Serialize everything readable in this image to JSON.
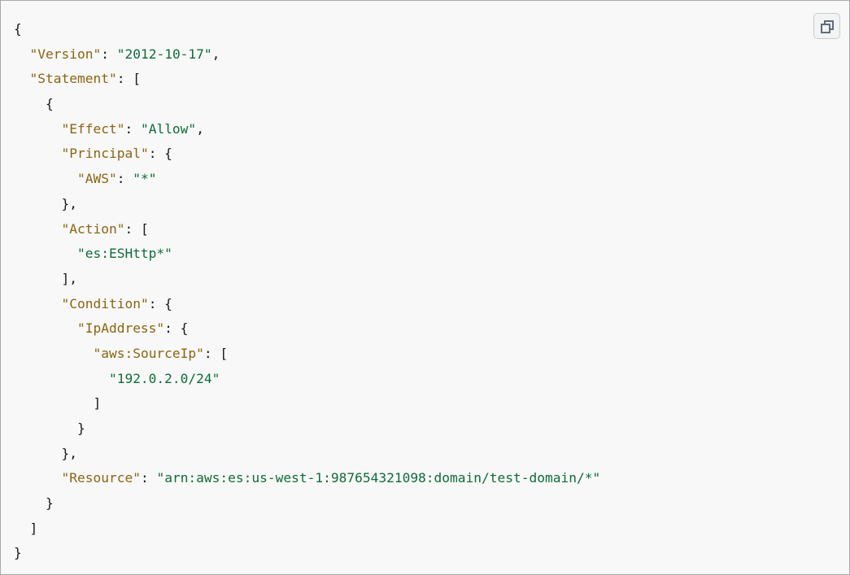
{
  "code_block": {
    "language": "json",
    "copy_button": {
      "icon": "copy-icon",
      "tooltip": ""
    },
    "lines": [
      [
        {
          "t": "punc",
          "v": "{"
        }
      ],
      [
        {
          "t": "punc",
          "v": "  "
        },
        {
          "t": "key",
          "v": "\"Version\""
        },
        {
          "t": "punc",
          "v": ": "
        },
        {
          "t": "str",
          "v": "\"2012-10-17\""
        },
        {
          "t": "punc",
          "v": ","
        }
      ],
      [
        {
          "t": "punc",
          "v": "  "
        },
        {
          "t": "key",
          "v": "\"Statement\""
        },
        {
          "t": "punc",
          "v": ": ["
        }
      ],
      [
        {
          "t": "punc",
          "v": "    {"
        }
      ],
      [
        {
          "t": "punc",
          "v": "      "
        },
        {
          "t": "key",
          "v": "\"Effect\""
        },
        {
          "t": "punc",
          "v": ": "
        },
        {
          "t": "str",
          "v": "\"Allow\""
        },
        {
          "t": "punc",
          "v": ","
        }
      ],
      [
        {
          "t": "punc",
          "v": "      "
        },
        {
          "t": "key",
          "v": "\"Principal\""
        },
        {
          "t": "punc",
          "v": ": {"
        }
      ],
      [
        {
          "t": "punc",
          "v": "        "
        },
        {
          "t": "key",
          "v": "\"AWS\""
        },
        {
          "t": "punc",
          "v": ": "
        },
        {
          "t": "str",
          "v": "\"*\""
        }
      ],
      [
        {
          "t": "punc",
          "v": "      },"
        }
      ],
      [
        {
          "t": "punc",
          "v": "      "
        },
        {
          "t": "key",
          "v": "\"Action\""
        },
        {
          "t": "punc",
          "v": ": ["
        }
      ],
      [
        {
          "t": "punc",
          "v": "        "
        },
        {
          "t": "str",
          "v": "\"es:ESHttp*\""
        }
      ],
      [
        {
          "t": "punc",
          "v": "      ],"
        }
      ],
      [
        {
          "t": "punc",
          "v": "      "
        },
        {
          "t": "key",
          "v": "\"Condition\""
        },
        {
          "t": "punc",
          "v": ": {"
        }
      ],
      [
        {
          "t": "punc",
          "v": "        "
        },
        {
          "t": "key",
          "v": "\"IpAddress\""
        },
        {
          "t": "punc",
          "v": ": {"
        }
      ],
      [
        {
          "t": "punc",
          "v": "          "
        },
        {
          "t": "key",
          "v": "\"aws:SourceIp\""
        },
        {
          "t": "punc",
          "v": ": ["
        }
      ],
      [
        {
          "t": "punc",
          "v": "            "
        },
        {
          "t": "str",
          "v": "\"192.0.2.0/24\""
        }
      ],
      [
        {
          "t": "punc",
          "v": "          ]"
        }
      ],
      [
        {
          "t": "punc",
          "v": "        }"
        }
      ],
      [
        {
          "t": "punc",
          "v": "      },"
        }
      ],
      [
        {
          "t": "punc",
          "v": "      "
        },
        {
          "t": "key",
          "v": "\"Resource\""
        },
        {
          "t": "punc",
          "v": ": "
        },
        {
          "t": "str",
          "v": "\"arn:aws:es:us-west-1:987654321098:domain/test-domain/*\""
        }
      ],
      [
        {
          "t": "punc",
          "v": "    }"
        }
      ],
      [
        {
          "t": "punc",
          "v": "  ]"
        }
      ],
      [
        {
          "t": "punc",
          "v": "}"
        }
      ]
    ]
  },
  "colors": {
    "key": "#8a6412",
    "string": "#0f6b3a",
    "punctuation": "#16191f",
    "background": "#f8f8f8",
    "border": "#a9a9a9"
  }
}
